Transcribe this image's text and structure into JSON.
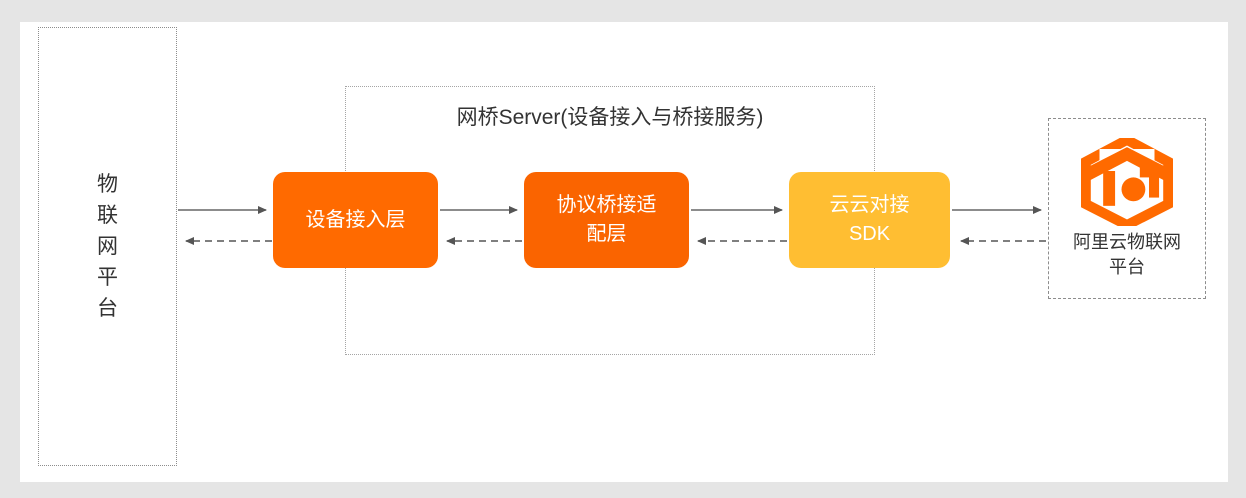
{
  "diagram": {
    "title_text": "网桥Server(设备接入与桥接服务)",
    "background_color": "#e5e5e5",
    "sheet_color": "#ffffff"
  },
  "left_box": {
    "name": "物联网平台",
    "chars": [
      "物",
      "联",
      "网",
      "平",
      "台"
    ],
    "border_style": "dotted"
  },
  "bridge_container": {
    "label": "网桥Server(设备接入与桥接服务)",
    "border_style": "dotted"
  },
  "nodes": [
    {
      "id": "device-access-layer",
      "label": "设备接入层",
      "color": "#ff6a00",
      "text_color": "#ffffff"
    },
    {
      "id": "protocol-bridge-adapter-layer",
      "label": "协议桥接适\n配层",
      "color": "#fa6400",
      "text_color": "#ffffff"
    },
    {
      "id": "cloud-to-cloud-sdk",
      "label": "云云对接\nSDK",
      "color": "#ffbe32",
      "text_color": "#ffffff"
    }
  ],
  "right_box": {
    "caption": "阿里云物联网\n平台",
    "logo_name": "iot-hexagon-logo",
    "logo_color": "#ff6a00",
    "border_style": "dashed"
  },
  "connectors": [
    {
      "id": "platform-to-access",
      "direction": "right",
      "style": "solid",
      "color": "#666666"
    },
    {
      "id": "access-to-platform",
      "direction": "left",
      "style": "dashed",
      "color": "#555555"
    },
    {
      "id": "access-to-adapter",
      "direction": "right",
      "style": "solid",
      "color": "#666666"
    },
    {
      "id": "adapter-to-access",
      "direction": "left",
      "style": "dashed",
      "color": "#555555"
    },
    {
      "id": "adapter-to-sdk",
      "direction": "right",
      "style": "solid",
      "color": "#666666"
    },
    {
      "id": "sdk-to-adapter",
      "direction": "left",
      "style": "dashed",
      "color": "#555555"
    },
    {
      "id": "sdk-to-cloud",
      "direction": "right",
      "style": "solid",
      "color": "#666666"
    },
    {
      "id": "cloud-to-sdk",
      "direction": "left",
      "style": "dashed",
      "color": "#555555"
    }
  ]
}
